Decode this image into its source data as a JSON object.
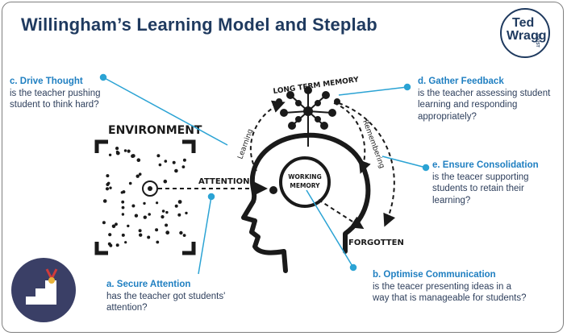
{
  "title": "Willingham’s Learning Model and Steplab",
  "logo": {
    "line1": "Ted",
    "line2": "Wragg",
    "line3": "TRUST"
  },
  "diagram": {
    "environment": "ENVIRONMENT",
    "long_term_memory": "LONG TERM MEMORY",
    "working_memory_1": "WORKING",
    "working_memory_2": "MEMORY",
    "attention": "ATTENTION",
    "forgotten": "FORGOTTEN",
    "learning": "Learning",
    "remembering": "Remembering"
  },
  "callouts": {
    "c": {
      "heading": "c. Drive Thought",
      "line1": "is the teacher pushing",
      "line2": "student to think hard?"
    },
    "d": {
      "heading": "d. Gather Feedback",
      "line1": "is the teacher assessing student",
      "line2": "learning and responding",
      "line3": "appropriately?"
    },
    "e": {
      "heading": "e. Ensure Consolidation",
      "line1": "is the teacer supporting",
      "line2": "students to retain their",
      "line3": "learning?"
    },
    "a": {
      "heading": "a. Secure Attention",
      "line1": "has the teacher got students'",
      "line2": "attention?"
    },
    "b": {
      "heading": "b. Optimise Communication",
      "line1": "is the teacer presenting ideas in a",
      "line2": "way that is manageable for students?"
    }
  },
  "colors": {
    "title": "#1f3a5f",
    "accent": "#1f7fc1",
    "connector": "#2ba3d4",
    "ink": "#1a1a1a",
    "badge": "#3a3f66"
  }
}
